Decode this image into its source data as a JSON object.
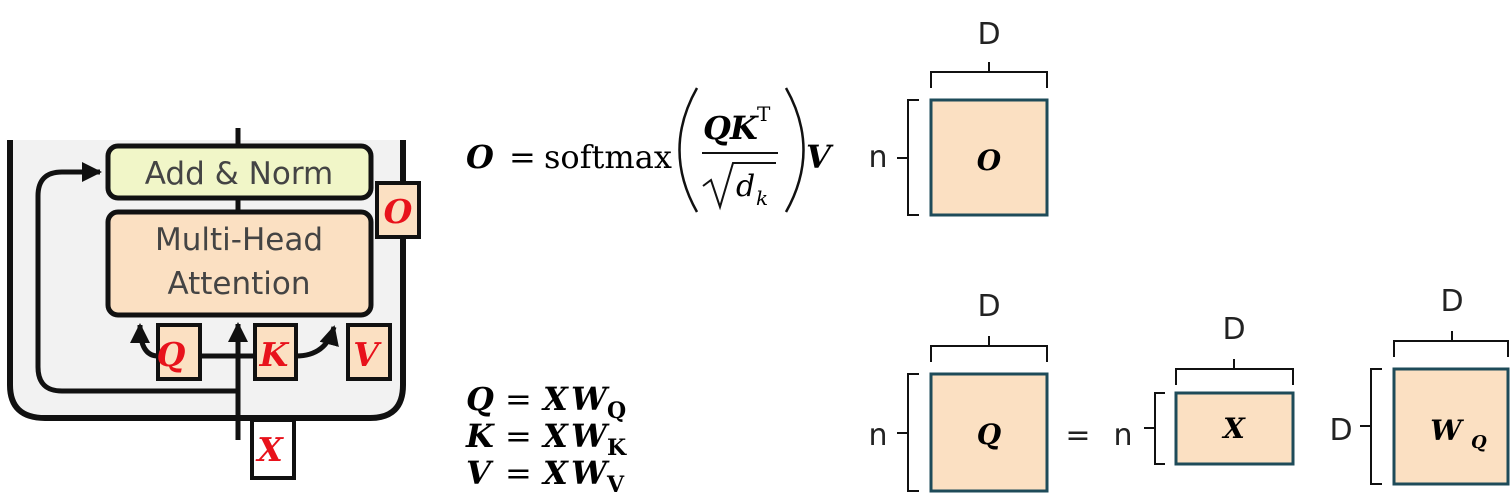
{
  "block": {
    "add_norm_label": "Add & Norm",
    "mha_label_line1": "Multi-Head",
    "mha_label_line2": "Attention",
    "inputs": {
      "q": "Q",
      "k": "K",
      "v": "V",
      "x": "X"
    },
    "output": "O"
  },
  "formulas": {
    "o_lhs": "O",
    "equals": "=",
    "softmax": "softmax",
    "num_q": "Q",
    "num_k": "K",
    "num_sup": "T",
    "den_d": "d",
    "den_sub": "k",
    "v": "V",
    "proj": [
      {
        "lhs": "Q",
        "x": "X",
        "w": "W",
        "sub": "Q"
      },
      {
        "lhs": "K",
        "x": "X",
        "w": "W",
        "sub": "K"
      },
      {
        "lhs": "V",
        "x": "X",
        "w": "W",
        "sub": "V"
      }
    ]
  },
  "matrices": {
    "o": {
      "label": "O",
      "rows": "n",
      "cols": "D"
    },
    "q": {
      "label": "Q",
      "rows": "n",
      "cols": "D"
    },
    "x": {
      "label": "X",
      "rows": "n",
      "cols": "D"
    },
    "wq": {
      "label": "W",
      "sub": "Q",
      "rows": "D",
      "cols": "D"
    },
    "eq_sign": "="
  },
  "colors": {
    "matrix_fill": "#fbe0c2",
    "matrix_border": "#1e4b59",
    "add_norm_fill": "#f1f6c8",
    "mha_fill": "#fbe0c2",
    "panel_fill": "#f2f2f2",
    "input_letter": "#e8121b"
  }
}
